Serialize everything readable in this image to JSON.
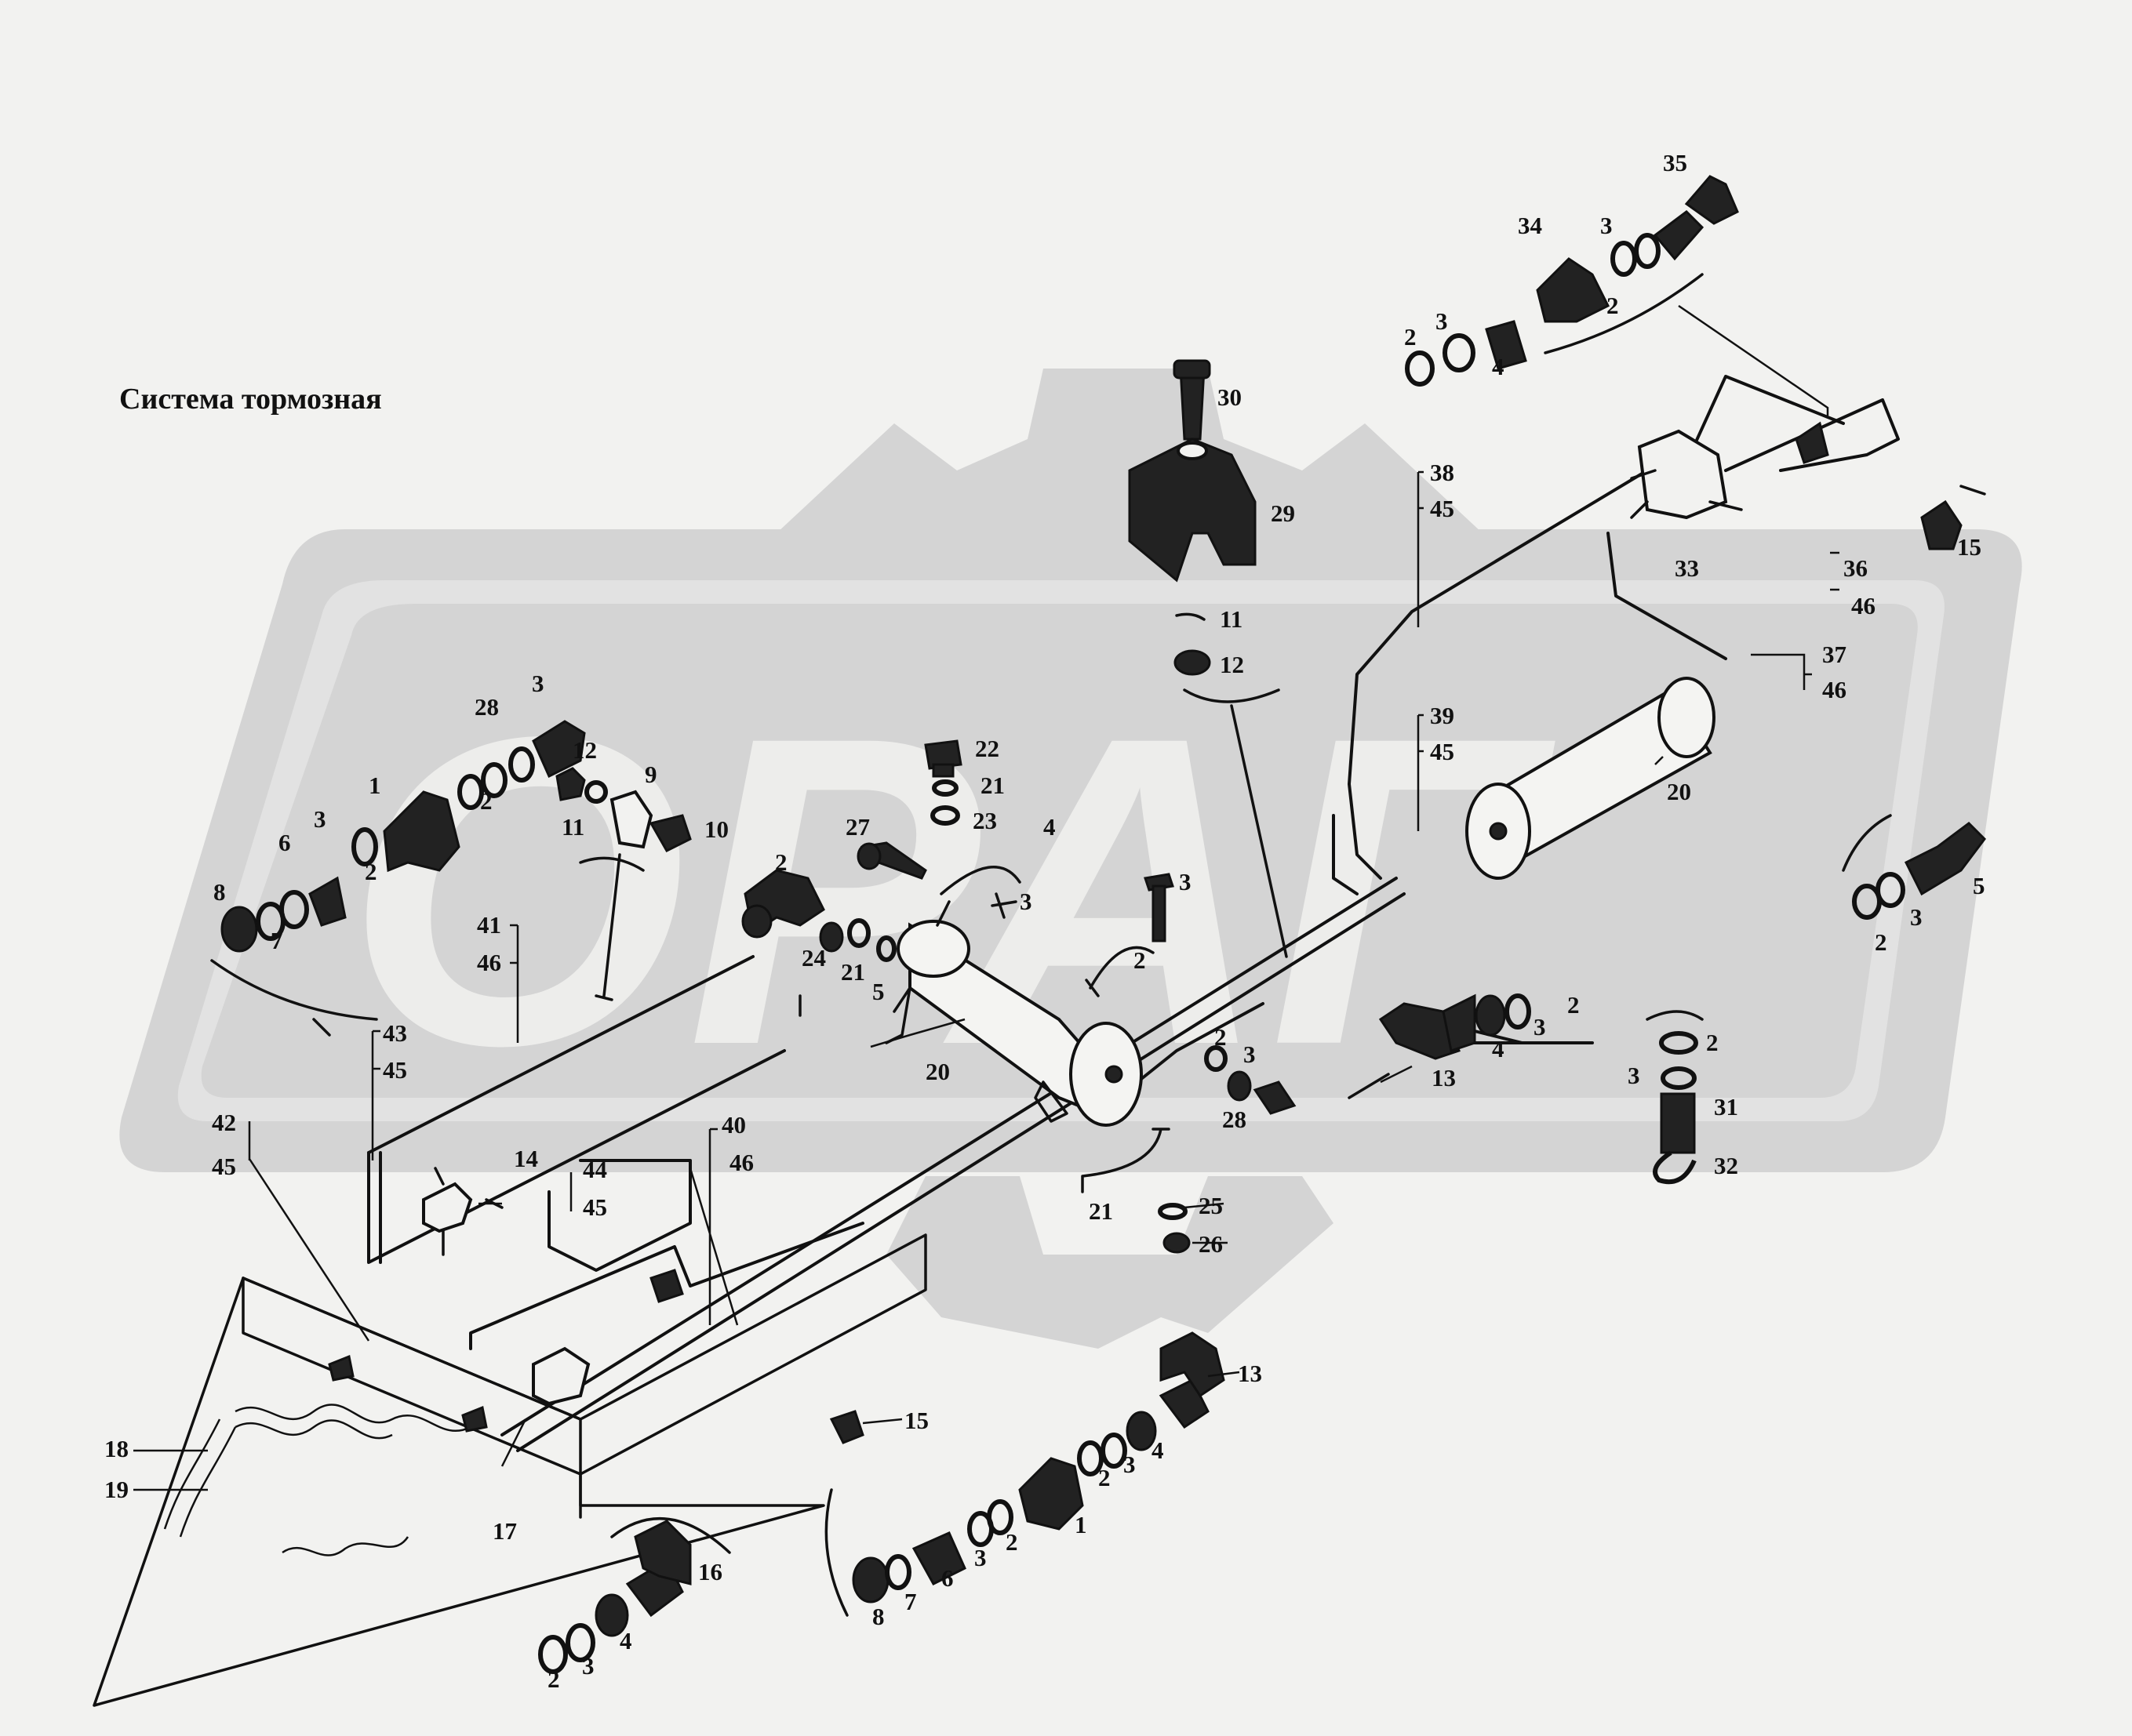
{
  "title": "Система тормозная",
  "watermark": "ОРАГ",
  "labels": [
    {
      "id": "l35",
      "text": "35"
    },
    {
      "id": "l34",
      "text": "34"
    },
    {
      "id": "l3a",
      "text": "3"
    },
    {
      "id": "l2a",
      "text": "2"
    },
    {
      "id": "l2b",
      "text": "2"
    },
    {
      "id": "l3b",
      "text": "3"
    },
    {
      "id": "l4a",
      "text": "4"
    },
    {
      "id": "l30",
      "text": "30"
    },
    {
      "id": "l29",
      "text": "29"
    },
    {
      "id": "l11a",
      "text": "11"
    },
    {
      "id": "l12a",
      "text": "12"
    },
    {
      "id": "l38",
      "text": "38"
    },
    {
      "id": "l45a",
      "text": "45"
    },
    {
      "id": "l33",
      "text": "33"
    },
    {
      "id": "l15a",
      "text": "15"
    },
    {
      "id": "l36",
      "text": "36"
    },
    {
      "id": "l46a",
      "text": "46"
    },
    {
      "id": "l37",
      "text": "37"
    },
    {
      "id": "l46b",
      "text": "46"
    },
    {
      "id": "l39",
      "text": "39"
    },
    {
      "id": "l45b",
      "text": "45"
    },
    {
      "id": "l20a",
      "text": "20"
    },
    {
      "id": "l5a",
      "text": "5"
    },
    {
      "id": "l3c",
      "text": "3"
    },
    {
      "id": "l2c",
      "text": "2"
    },
    {
      "id": "l1a",
      "text": "1"
    },
    {
      "id": "l12b",
      "text": "12"
    },
    {
      "id": "l9",
      "text": "9"
    },
    {
      "id": "l11b",
      "text": "11"
    },
    {
      "id": "l10",
      "text": "10"
    },
    {
      "id": "l6a",
      "text": "6"
    },
    {
      "id": "l3d",
      "text": "3"
    },
    {
      "id": "l2d",
      "text": "2"
    },
    {
      "id": "l8a",
      "text": "8"
    },
    {
      "id": "l7a",
      "text": "7"
    },
    {
      "id": "l28a",
      "text": "28"
    },
    {
      "id": "l3e",
      "text": "3"
    },
    {
      "id": "l2e",
      "text": "2"
    },
    {
      "id": "l22",
      "text": "22"
    },
    {
      "id": "l21a",
      "text": "21"
    },
    {
      "id": "l23",
      "text": "23"
    },
    {
      "id": "l27",
      "text": "27"
    },
    {
      "id": "l4b",
      "text": "4"
    },
    {
      "id": "l3f",
      "text": "3"
    },
    {
      "id": "l2f",
      "text": "2"
    },
    {
      "id": "l24",
      "text": "24"
    },
    {
      "id": "l21b",
      "text": "21"
    },
    {
      "id": "l5b",
      "text": "5"
    },
    {
      "id": "l3g",
      "text": "3"
    },
    {
      "id": "l2g",
      "text": "2"
    },
    {
      "id": "l41",
      "text": "41"
    },
    {
      "id": "l46c",
      "text": "46"
    },
    {
      "id": "l43",
      "text": "43"
    },
    {
      "id": "l45c",
      "text": "45"
    },
    {
      "id": "l20b",
      "text": "20"
    },
    {
      "id": "l2h",
      "text": "2"
    },
    {
      "id": "l3h",
      "text": "3"
    },
    {
      "id": "l28b",
      "text": "28"
    },
    {
      "id": "l13a",
      "text": "13"
    },
    {
      "id": "l4c",
      "text": "4"
    },
    {
      "id": "l3i",
      "text": "3"
    },
    {
      "id": "l2i",
      "text": "2"
    },
    {
      "id": "l2j",
      "text": "2"
    },
    {
      "id": "l3j",
      "text": "3"
    },
    {
      "id": "l31",
      "text": "31"
    },
    {
      "id": "l32",
      "text": "32"
    },
    {
      "id": "l42",
      "text": "42"
    },
    {
      "id": "l45d",
      "text": "45"
    },
    {
      "id": "l14",
      "text": "14"
    },
    {
      "id": "l44",
      "text": "44"
    },
    {
      "id": "l45e",
      "text": "45"
    },
    {
      "id": "l40",
      "text": "40"
    },
    {
      "id": "l46d",
      "text": "46"
    },
    {
      "id": "l21c",
      "text": "21"
    },
    {
      "id": "l25",
      "text": "25"
    },
    {
      "id": "l26",
      "text": "26"
    },
    {
      "id": "l13b",
      "text": "13"
    },
    {
      "id": "l15b",
      "text": "15"
    },
    {
      "id": "l4d",
      "text": "4"
    },
    {
      "id": "l3k",
      "text": "3"
    },
    {
      "id": "l2k",
      "text": "2"
    },
    {
      "id": "l1b",
      "text": "1"
    },
    {
      "id": "l2l",
      "text": "2"
    },
    {
      "id": "l3l",
      "text": "3"
    },
    {
      "id": "l6b",
      "text": "6"
    },
    {
      "id": "l7b",
      "text": "7"
    },
    {
      "id": "l8b",
      "text": "8"
    },
    {
      "id": "l18",
      "text": "18"
    },
    {
      "id": "l19",
      "text": "19"
    },
    {
      "id": "l17",
      "text": "17"
    },
    {
      "id": "l16",
      "text": "16"
    },
    {
      "id": "l4e",
      "text": "4"
    },
    {
      "id": "l3m",
      "text": "3"
    },
    {
      "id": "l2m",
      "text": "2"
    }
  ]
}
